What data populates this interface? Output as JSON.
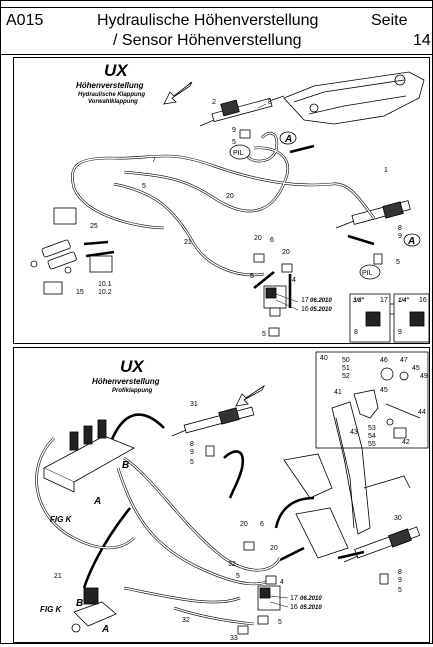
{
  "header": {
    "code": "A015",
    "title_line1": "Hydraulische Höhenverstellung",
    "title_line2": "/ Sensor Höhenverstellung",
    "page_label": "Seite",
    "page_number": "14"
  },
  "panel1": {
    "ux": "UX",
    "subtitle": "Höhenverstellung",
    "subtitle2": "Hydraulische Klappung",
    "subtitle3": "Vorwahlklappung",
    "labels": {
      "n1": "1",
      "n2": "2",
      "n4": "4",
      "n5a": "5",
      "n5b": "5",
      "n5c": "5",
      "n5d": "5",
      "n5e": "5",
      "n6": "6",
      "n7": "7",
      "n8a": "8",
      "n8b": "8",
      "n8c": "8",
      "n9a": "9",
      "n9b": "9",
      "n9c": "9",
      "n10_1": "10.1",
      "n10_2": "10.2",
      "n15": "15",
      "n16": "16",
      "n16b": "16",
      "n17": "17",
      "n17b": "17",
      "n20a": "20",
      "n20b": "20",
      "n20c": "20",
      "n21": "21",
      "n25": "25",
      "A1": "A",
      "A2": "A",
      "PIL1": "PIL",
      "PIL2": "PIL",
      "d1": "06.2010",
      "d2": "05.2010",
      "s38": "3/8\"",
      "s14": "1/4\""
    }
  },
  "panel2": {
    "ux": "UX",
    "subtitle": "Höhenverstellung",
    "subtitle2": "Profiklappung",
    "figk1": "FIG K",
    "figk2": "FIG K",
    "labels": {
      "A1": "A",
      "A2": "A",
      "B1": "B",
      "B2": "B",
      "n4": "4",
      "n5a": "5",
      "n5b": "5",
      "n5c": "5",
      "n5d": "5",
      "n6": "6",
      "n8a": "8",
      "n8b": "8",
      "n9a": "9",
      "n9b": "9",
      "n16": "16",
      "n17": "17",
      "n20a": "20",
      "n20b": "20",
      "n21": "21",
      "n30": "30",
      "n31": "31",
      "n32a": "32",
      "n32b": "32",
      "n33": "33",
      "d1": "06.2010",
      "d2": "05.2010"
    },
    "inset": {
      "n40": "40",
      "n41": "41",
      "n42": "42",
      "n43": "43",
      "n44": "44",
      "n45a": "45",
      "n45b": "45",
      "n46": "46",
      "n47": "47",
      "n49": "49",
      "n50": "50",
      "n51": "51",
      "n52": "52",
      "n53": "53",
      "n54": "54",
      "n55": "55"
    }
  }
}
